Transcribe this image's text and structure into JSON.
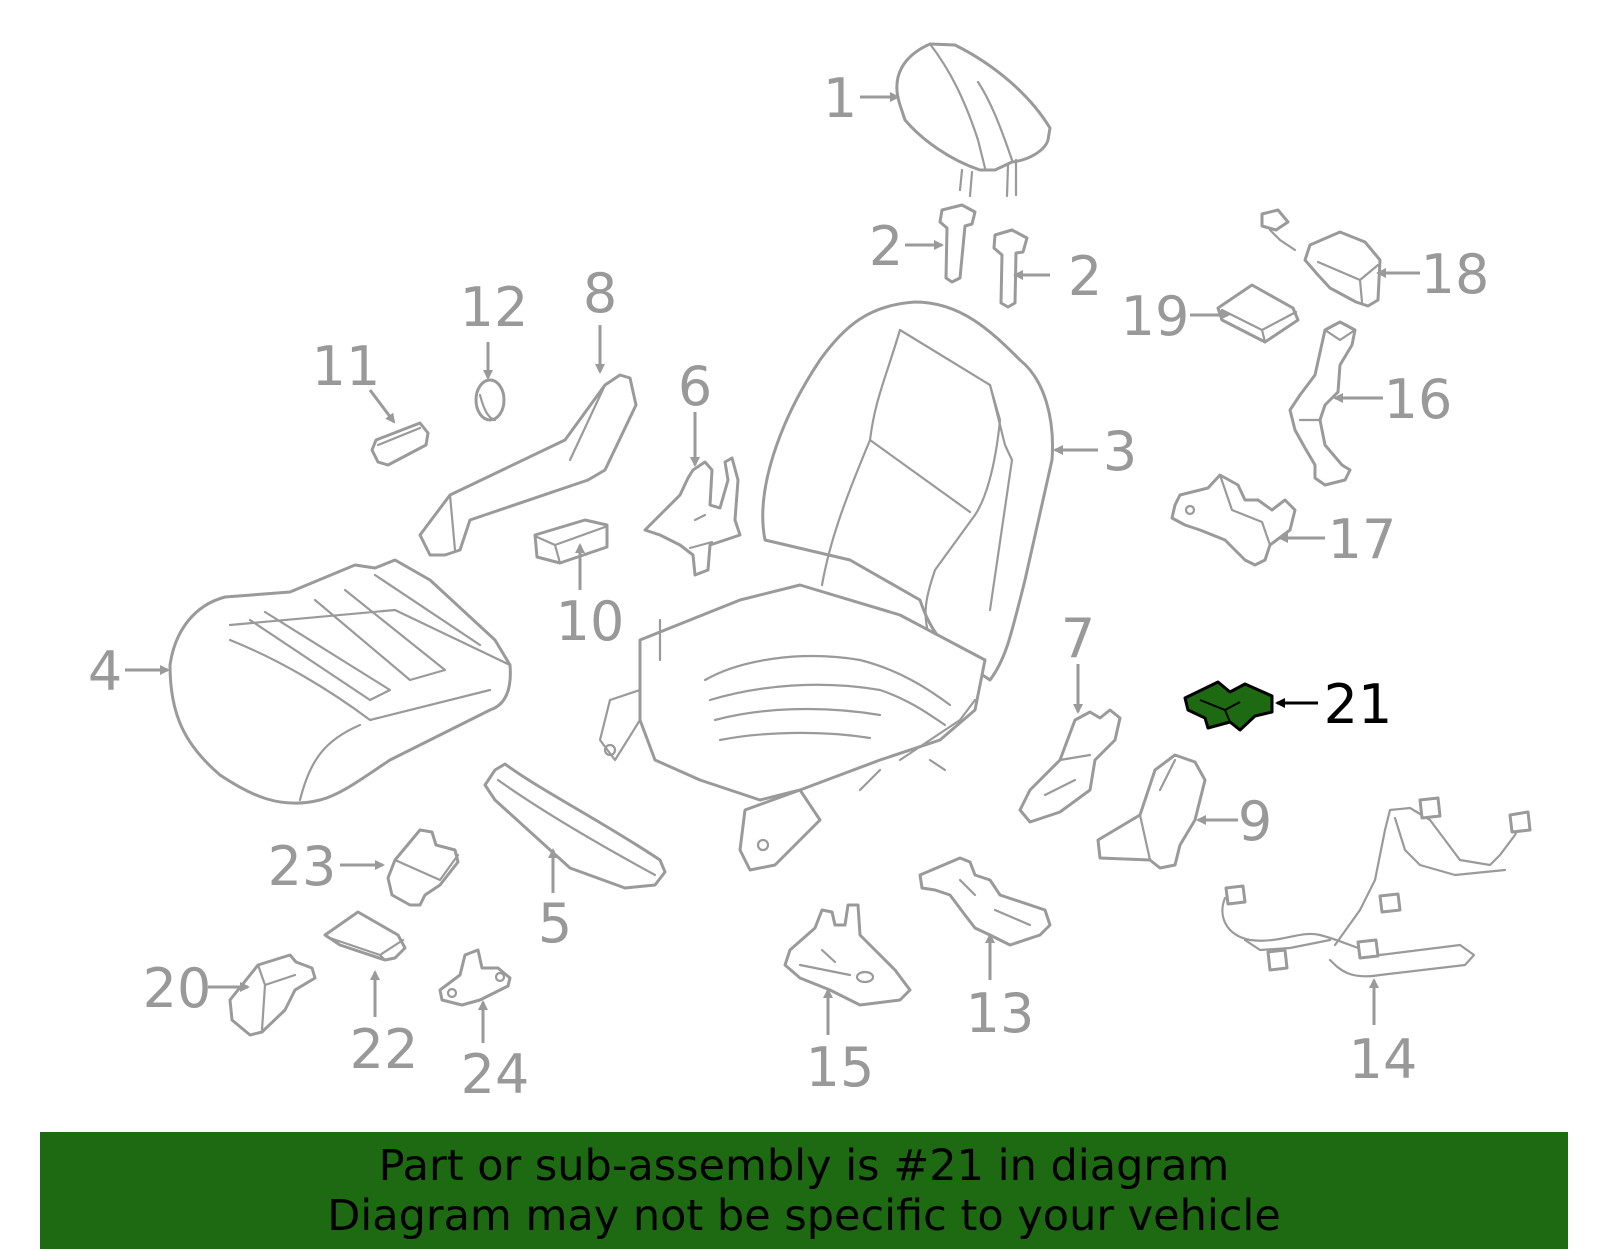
{
  "colors": {
    "line": "#9a9a9a",
    "label": "#999999",
    "highlight_fill": "#1d6a12",
    "highlight_label": "#000000",
    "banner_bg": "#1d6a12"
  },
  "highlighted_part": "21",
  "callouts": [
    {
      "id": "1",
      "text": "1"
    },
    {
      "id": "2a",
      "text": "2"
    },
    {
      "id": "2b",
      "text": "2"
    },
    {
      "id": "3",
      "text": "3"
    },
    {
      "id": "4",
      "text": "4"
    },
    {
      "id": "5",
      "text": "5"
    },
    {
      "id": "6",
      "text": "6"
    },
    {
      "id": "7",
      "text": "7"
    },
    {
      "id": "8",
      "text": "8"
    },
    {
      "id": "9",
      "text": "9"
    },
    {
      "id": "10",
      "text": "10"
    },
    {
      "id": "11",
      "text": "11"
    },
    {
      "id": "12",
      "text": "12"
    },
    {
      "id": "13",
      "text": "13"
    },
    {
      "id": "14",
      "text": "14"
    },
    {
      "id": "15",
      "text": "15"
    },
    {
      "id": "16",
      "text": "16"
    },
    {
      "id": "17",
      "text": "17"
    },
    {
      "id": "18",
      "text": "18"
    },
    {
      "id": "19",
      "text": "19"
    },
    {
      "id": "20",
      "text": "20"
    },
    {
      "id": "21",
      "text": "21"
    },
    {
      "id": "22",
      "text": "22"
    },
    {
      "id": "23",
      "text": "23"
    },
    {
      "id": "24",
      "text": "24"
    }
  ],
  "banner": {
    "line1": "Part or sub-assembly is #21 in diagram",
    "line2": "Diagram may not be specific to your vehicle"
  }
}
